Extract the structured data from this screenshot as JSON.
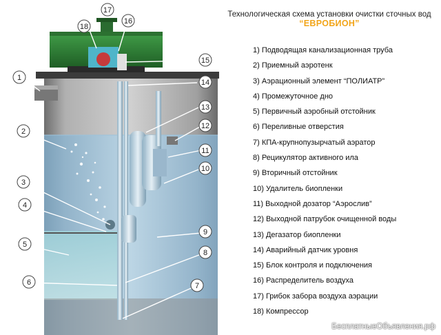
{
  "header": {
    "title": "Технологическая схема установки очистки сточных вод",
    "subtitle": "“ЕВРОБИОН”"
  },
  "legend": [
    "1) Подводящая канализационная труба",
    "2) Приемный аэротенк",
    "3) Аэрационный элемент “ПОЛИАТР”",
    "4) Промежуточное дно",
    "5) Первичный аэробный отстойник",
    "6) Переливные отверстия",
    "7) КПА-крупнопузырчатый аэратор",
    "8) Рецикулятор активного ила",
    "9) Вторичный отстойник",
    "10) Удалитель биопленки",
    "11) Выходной дозатор  “Аэрослив”",
    "12) Выходной патрубок очищенной воды",
    "13) Дегазатор биопленки",
    "14) Аварийный датчик уровня",
    "15) Блок контроля и подключения",
    "16) Распределитель воздуха",
    "17) Грибок забора воздуха аэрации",
    "18) Компрессор"
  ],
  "callouts": [
    "1",
    "2",
    "3",
    "4",
    "5",
    "6",
    "7",
    "8",
    "9",
    "10",
    "11",
    "12",
    "13",
    "14",
    "15",
    "16",
    "17",
    "18"
  ],
  "watermark": "БесплатныеОбъявления.рф",
  "colors": {
    "accent": "#f2a51a",
    "lid": "#2f7a35",
    "water": "#a9cbe0",
    "tank_wall": "#8a8a8a"
  }
}
